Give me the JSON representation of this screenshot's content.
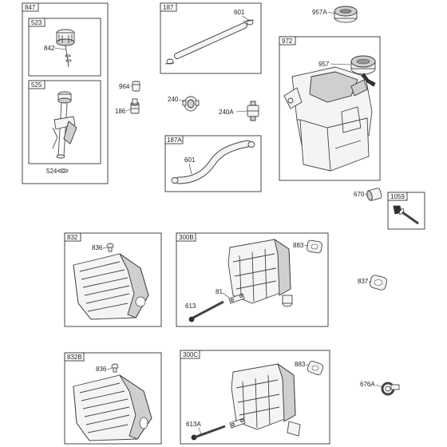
{
  "labels": {
    "p847": "847",
    "p523": "523",
    "p842": "842",
    "p525": "525",
    "p524": "524",
    "p964": "964",
    "p186": "186",
    "p187": "187",
    "p601a": "601",
    "p240": "240",
    "p240a": "240A",
    "p187a": "187A",
    "p601b": "601",
    "p957a": "957A",
    "p972": "972",
    "p957": "957",
    "p670": "670",
    "p1059": "1059",
    "p832": "832",
    "p836a": "836",
    "p300b": "300B",
    "p883a": "883",
    "p81": "81",
    "p613": "613",
    "p837": "837",
    "p832b": "832B",
    "p836b": "836",
    "p300c": "300C",
    "p883b": "883",
    "p676a": "676A",
    "p613a": "613A"
  }
}
